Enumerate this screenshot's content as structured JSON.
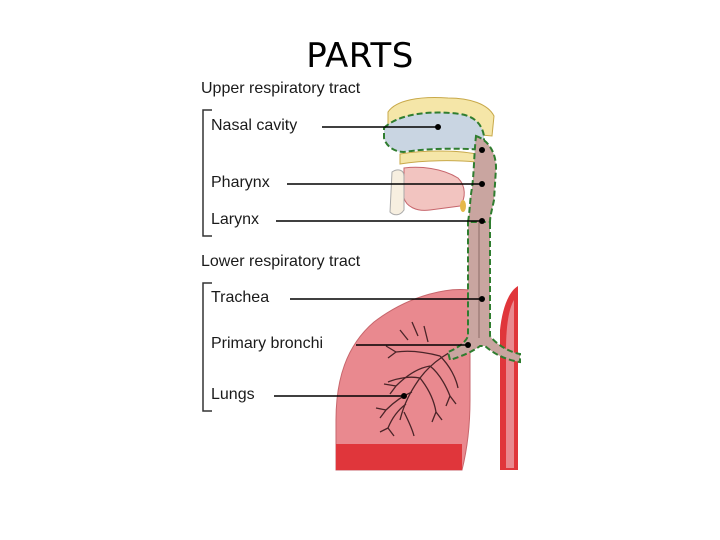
{
  "slide": {
    "title": "PARTS"
  },
  "diagram": {
    "groups": [
      {
        "heading": "Upper respiratory tract",
        "labels": [
          "Nasal cavity",
          "Pharynx",
          "Larynx"
        ]
      },
      {
        "heading": "Lower respiratory tract",
        "labels": [
          "Trachea",
          "Primary bronchi",
          "Lungs"
        ]
      }
    ],
    "colors": {
      "lung": "#e9898f",
      "lung_dark": "#e0363b",
      "airway": "#c9a5a0",
      "bone": "#f5e6a8",
      "cavity": "#c9d5e2",
      "mucosa": "#2f7d2f",
      "leader": "#000000"
    }
  }
}
